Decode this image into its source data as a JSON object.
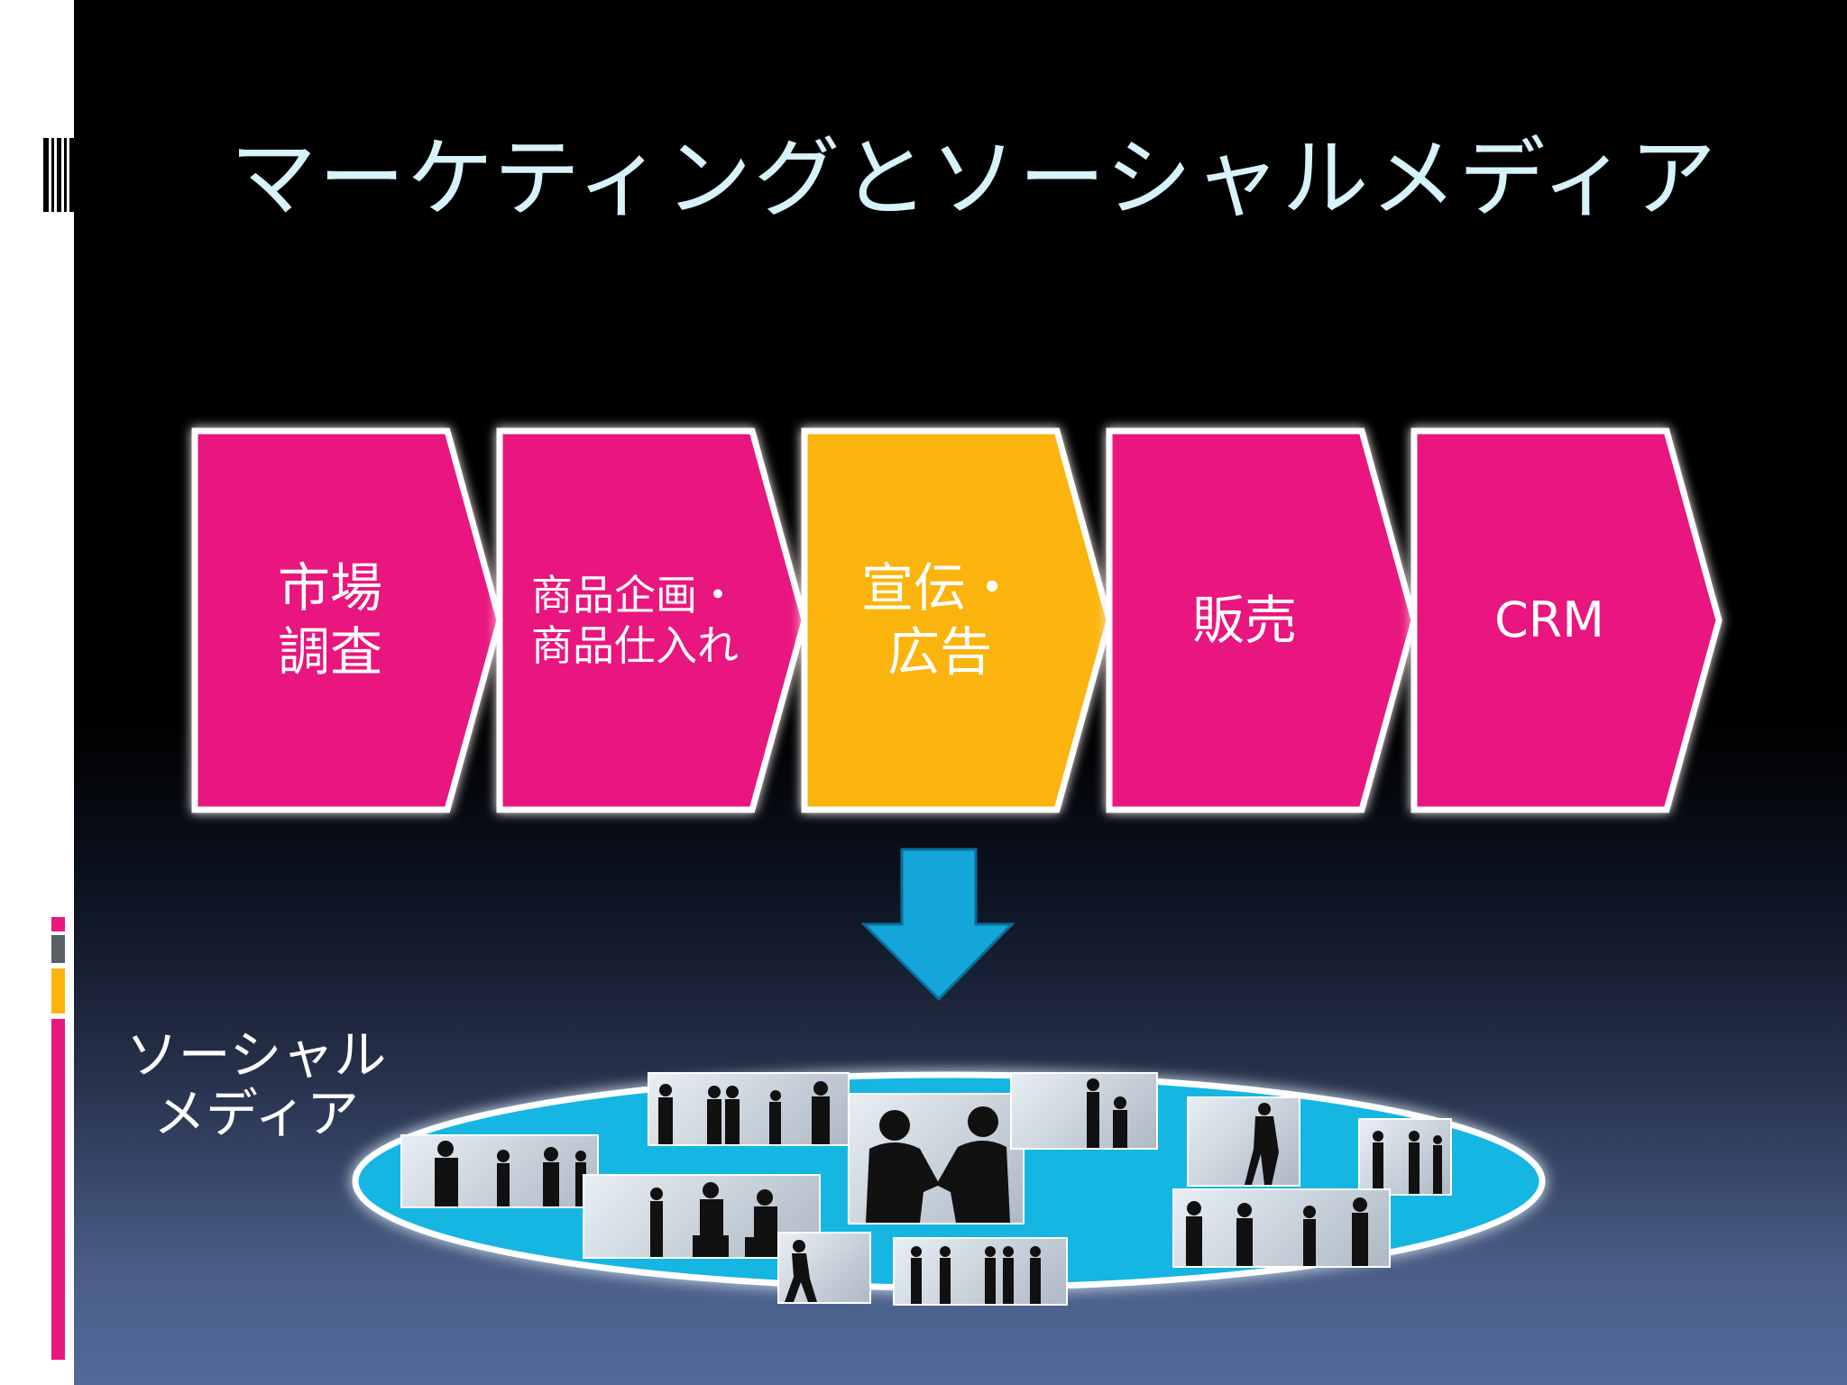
{
  "title": "マーケティングとソーシャルメディア",
  "process_steps": [
    {
      "label_lines": [
        "市場",
        "調査"
      ],
      "highlighted": false
    },
    {
      "label_lines": [
        "商品企画・",
        "商品仕入れ"
      ],
      "highlighted": false
    },
    {
      "label_lines": [
        "宣伝・",
        "広告"
      ],
      "highlighted": true
    },
    {
      "label_lines": [
        "販売"
      ],
      "highlighted": false
    },
    {
      "label_lines": [
        "CRM"
      ],
      "highlighted": false
    }
  ],
  "social_media_label_lines": [
    "ソーシャル",
    "メディア"
  ],
  "colors": {
    "step_fill": "#e8197e",
    "step_highlight_fill": "#fbb40f",
    "arrow_fill": "#14a6d8",
    "platform_fill": "#14b6e2",
    "title_color": "#d6f2fb"
  },
  "icons": [
    "down-arrow-icon",
    "business-people-silhouettes"
  ]
}
